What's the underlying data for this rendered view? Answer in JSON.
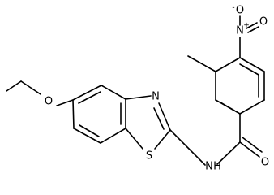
{
  "molecule": {
    "atoms": {
      "o_ether": "O",
      "n_thiazole": "N",
      "s_thiazole": "S",
      "n_amide": "N",
      "h_amide": "H",
      "o_carbonyl": "O",
      "n_nitro": "N",
      "n_nitro_charge": "+",
      "o_nitro_top": "O",
      "o_nitro_top_charge": "-",
      "o_nitro_right": "O"
    }
  }
}
